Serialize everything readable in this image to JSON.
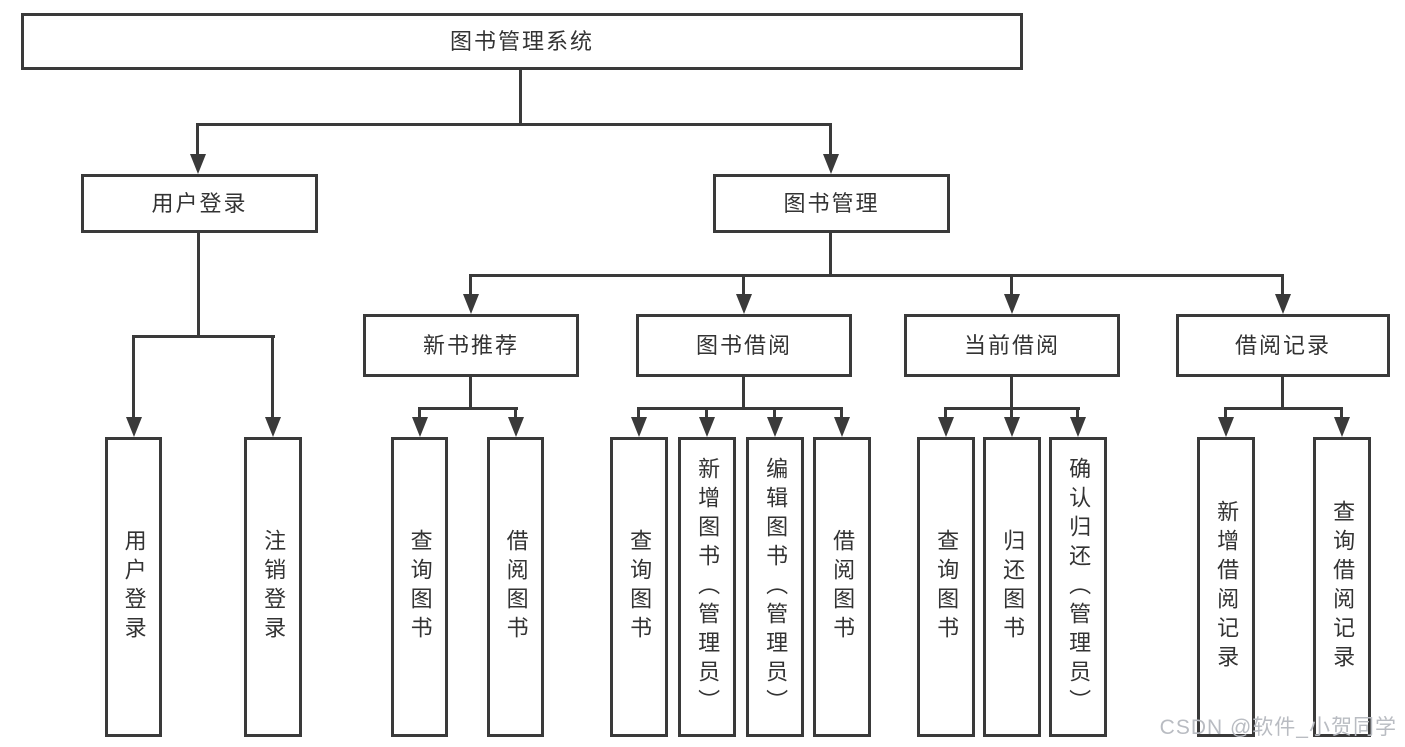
{
  "diagram": {
    "root": {
      "label": "图书管理系统"
    },
    "branches": [
      {
        "label": "用户登录",
        "leaves": [
          {
            "label": "用户登录"
          },
          {
            "label": "注销登录"
          }
        ]
      },
      {
        "label": "图书管理",
        "groups": [
          {
            "label": "新书推荐",
            "leaves": [
              {
                "label": "查询图书"
              },
              {
                "label": "借阅图书"
              }
            ]
          },
          {
            "label": "图书借阅",
            "leaves": [
              {
                "label": "查询图书"
              },
              {
                "label": "新增图书（管理员）"
              },
              {
                "label": "编辑图书（管理员）"
              },
              {
                "label": "借阅图书"
              }
            ]
          },
          {
            "label": "当前借阅",
            "leaves": [
              {
                "label": "查询图书"
              },
              {
                "label": "归还图书"
              },
              {
                "label": "确认归还（管理员）"
              }
            ]
          },
          {
            "label": "借阅记录",
            "leaves": [
              {
                "label": "新增借阅记录"
              },
              {
                "label": "查询借阅记录"
              }
            ]
          }
        ]
      }
    ]
  },
  "watermark": {
    "text": "CSDN @软件_小贺同学"
  },
  "colors": {
    "line": "#3a3a3a",
    "text": "#333333",
    "background": "#ffffff",
    "watermark": "#b9bcc2"
  }
}
